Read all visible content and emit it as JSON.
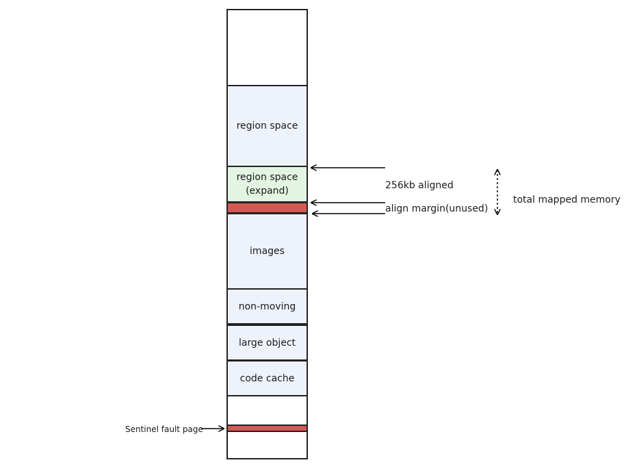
{
  "blocks": {
    "region_space": "region space",
    "region_space_expand": "region space\n(expand)",
    "images": "images",
    "non_moving": "non-moving",
    "large_object": "large object",
    "code_cache": "code cache"
  },
  "annotations": {
    "aligned_256kb": "256kb aligned",
    "align_margin": "align margin(unused)",
    "total_mapped_memory": "total mapped memory",
    "sentinel_fault_page": "Sentinel fault page"
  },
  "colors": {
    "region_blue": "#eef2fb",
    "expand_green": "#e3f4e3",
    "margin_red": "#d25a55",
    "outline": "#222222"
  }
}
